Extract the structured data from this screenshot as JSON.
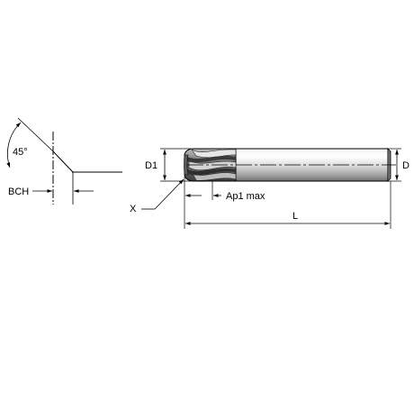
{
  "colors": {
    "line": "#000000",
    "tool_body_light": "#ffffff",
    "tool_body_mid": "#c8c8c8",
    "tool_body_dark": "#6a6a6a",
    "flute_dark": "#3a3a3a"
  },
  "labels": {
    "angle": "45°",
    "bch": "BCH",
    "d1": "D1",
    "d": "D",
    "x": "X",
    "ap1": "Ap1 max",
    "l": "L"
  }
}
